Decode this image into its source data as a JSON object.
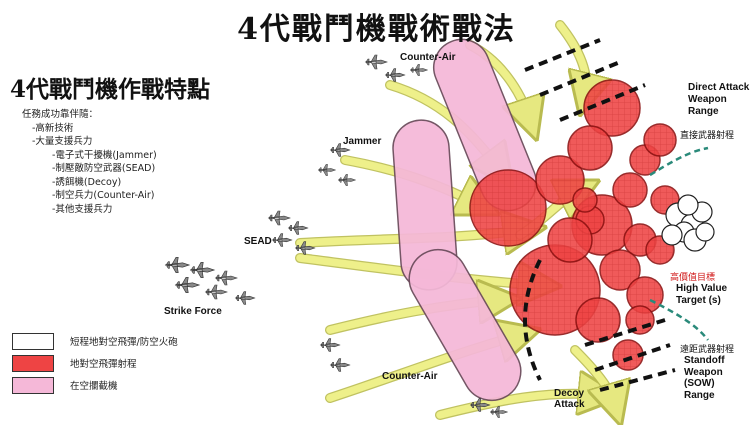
{
  "title": "4代戰鬥機戰術戰法",
  "subtitle": "4代戰鬥機作戰特點",
  "notes": {
    "heading": "任務成功靠伴隨：",
    "items": [
      "-高新技術",
      "-大量支援兵力"
    ],
    "subitems": [
      "-電子式干擾機(Jammer)",
      "-制壓敵防空武器(SEAD)",
      "-誘餌機(Decoy)",
      "-制空兵力(Counter-Air)",
      "-其他支援兵力"
    ]
  },
  "legend": [
    {
      "label": "短程地對空飛彈/防空火砲",
      "color": "#ffffff"
    },
    {
      "label": "地對空飛彈射程",
      "color": "#ee4444"
    },
    {
      "label": "在空攔截機",
      "color": "#f5b8d8"
    }
  ],
  "labels": {
    "counter_air_top": "Counter-Air",
    "jammer": "Jammer",
    "sead": "SEAD",
    "strike_force": "Strike Force",
    "counter_air_bottom": "Counter-Air",
    "decoy_attack": "Decoy Attack",
    "direct_attack": "Direct Attack Weapon Range",
    "direct_attack_cn": "直接武器射程",
    "hvt_cn": "高價值目標",
    "hvt": "High Value Target (s)",
    "standoff_cn": "遠距武器射程",
    "standoff": "Standoff Weapon (SOW) Range"
  },
  "colors": {
    "sam": "#ee4444",
    "interceptor": "#f5b8d8",
    "arrow": "#eef08a",
    "target": "#ffffff"
  }
}
